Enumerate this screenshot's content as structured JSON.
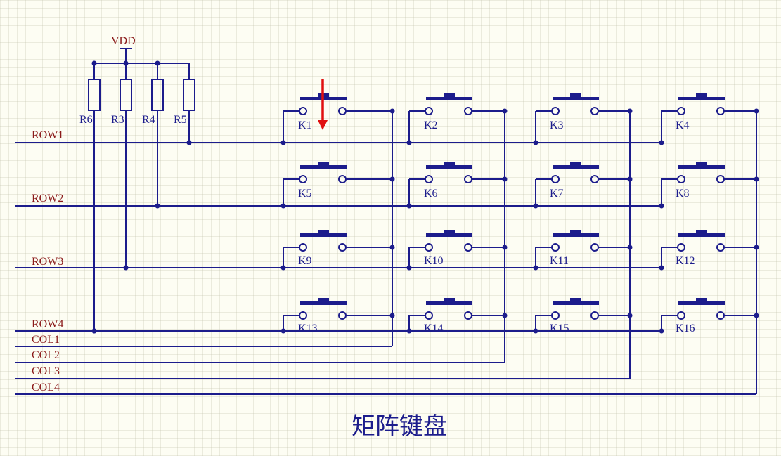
{
  "power_label": "VDD",
  "resistors": [
    "R6",
    "R3",
    "R4",
    "R5"
  ],
  "rows": [
    "ROW1",
    "ROW2",
    "ROW3",
    "ROW4"
  ],
  "cols": [
    "COL1",
    "COL2",
    "COL3",
    "COL4"
  ],
  "switches": [
    [
      "K1",
      "K2",
      "K3",
      "K4"
    ],
    [
      "K5",
      "K6",
      "K7",
      "K8"
    ],
    [
      "K9",
      "K10",
      "K11",
      "K12"
    ],
    [
      "K13",
      "K14",
      "K15",
      "K16"
    ]
  ],
  "title": "矩阵键盘",
  "colors": {
    "wire": "#1c1c8c",
    "net_label": "#8b1a1a",
    "arrow": "#e01010"
  },
  "marker": {
    "type": "red-arrow",
    "points_to": "K1"
  }
}
